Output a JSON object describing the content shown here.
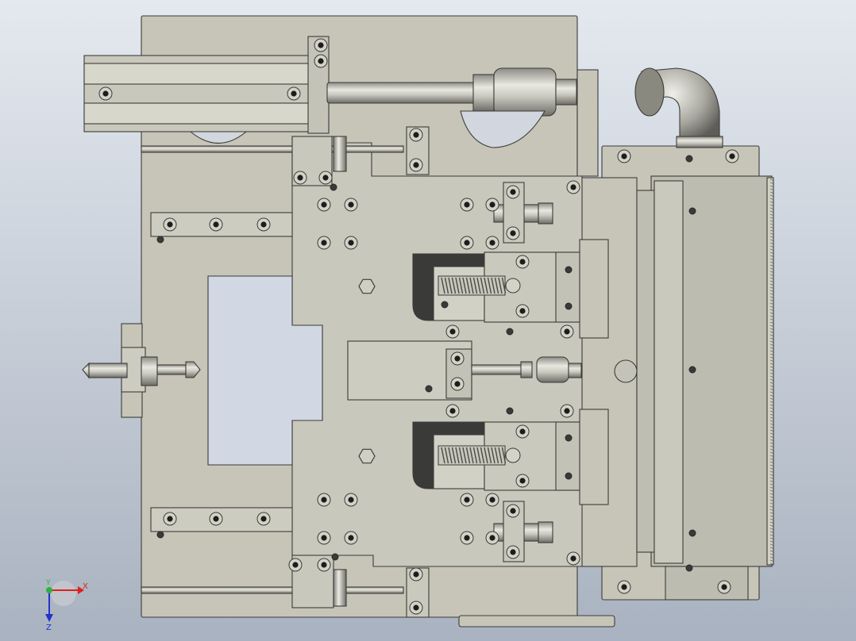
{
  "viewport": {
    "background_top": "#e4e9ef",
    "background_bottom": "#a9b2c0"
  },
  "model": {
    "plate_color": "#c6c5b8",
    "plate_stroke": "#3c3c3a",
    "metal_color": "#b8b7ad",
    "dark_color": "#2a2a2a",
    "highlight_color": "#ffffff"
  },
  "triad": {
    "x_label": "X",
    "y_label": "Y",
    "z_label": "Z",
    "x_color": "#e0201a",
    "y_color": "#2bb33a",
    "z_color": "#2233cc"
  }
}
